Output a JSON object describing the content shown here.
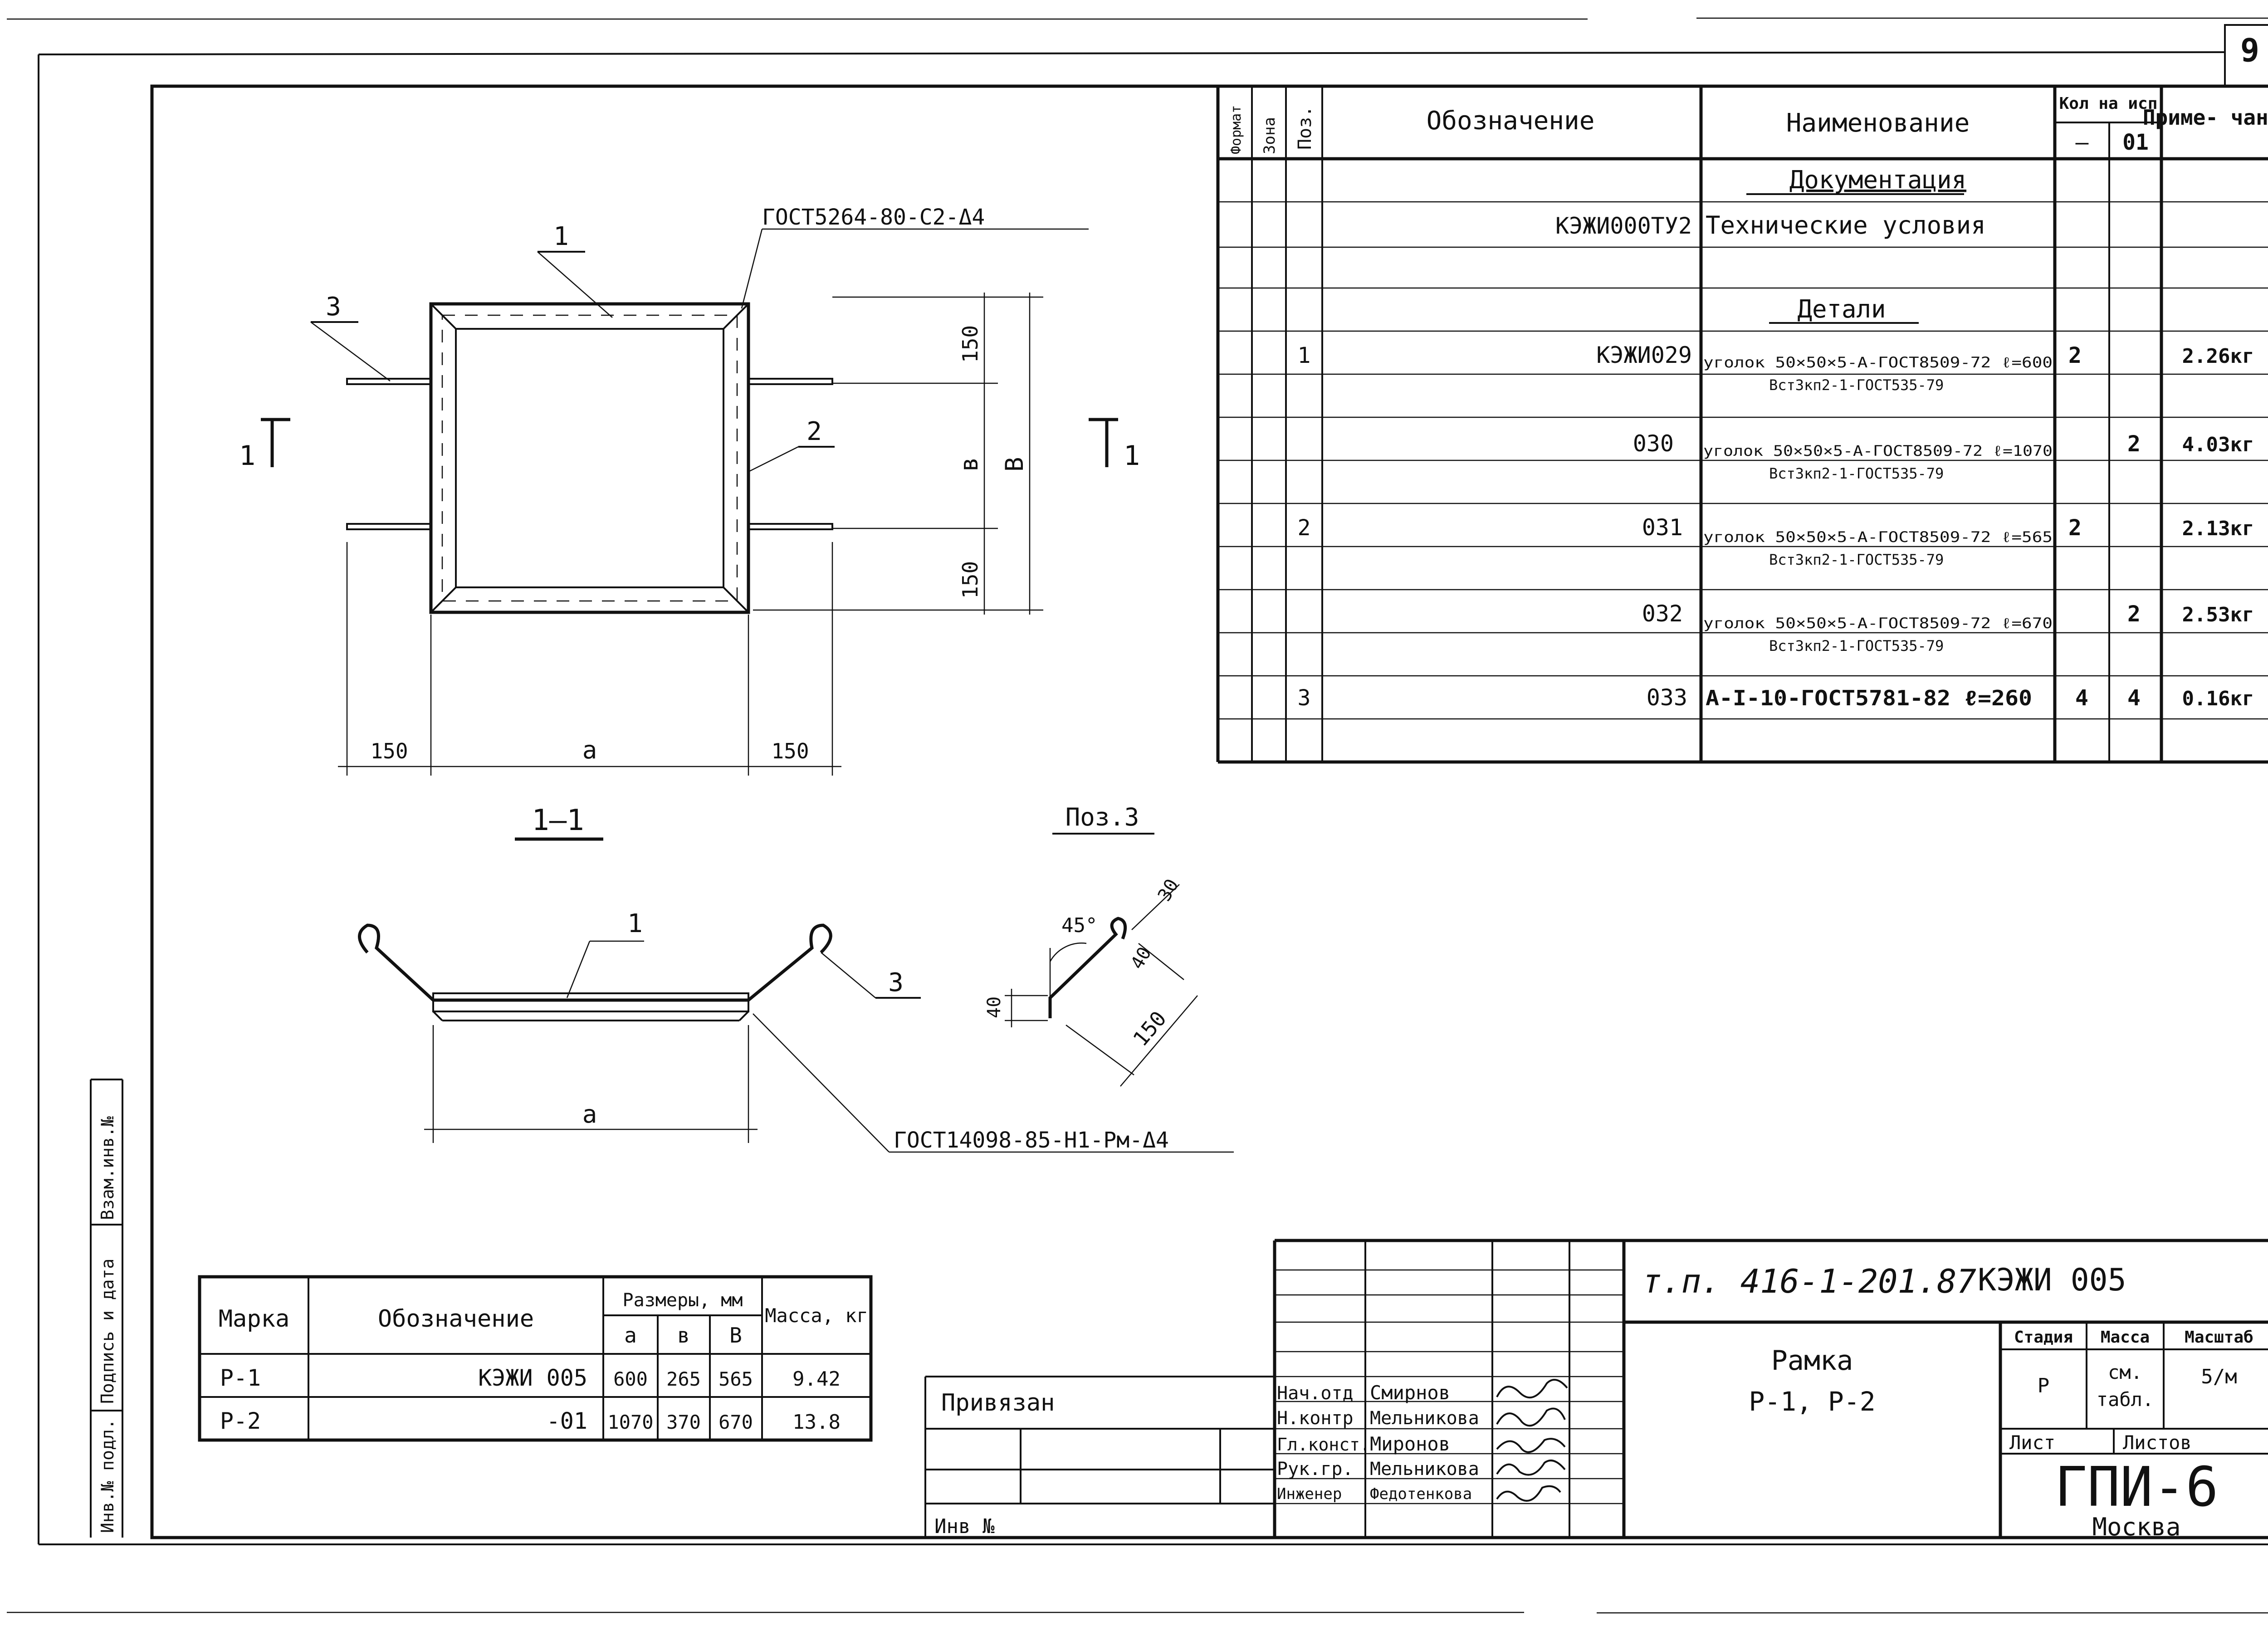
{
  "sheet": {
    "number": "9",
    "left_strip": [
      "Инв.№ подл.",
      "Подпись и дата",
      "Взам.инв.№"
    ]
  },
  "spec": {
    "headers": {
      "format": "Формат",
      "zone": "Зона",
      "pos": "Поз.",
      "designation": "Обозначение",
      "name": "Наименование",
      "qty": "Кол на исп",
      "qty_col_1": "—",
      "qty_col_2": "01",
      "note": "Приме- чание"
    },
    "rows": [
      {
        "pos": "",
        "designation": "",
        "name": "Документация",
        "name2": "",
        "q1": "",
        "q2": "",
        "note": ""
      },
      {
        "pos": "",
        "designation": "КЭЖИ000ТУ2",
        "name": "Технические условия",
        "name2": "",
        "q1": "",
        "q2": "",
        "note": ""
      },
      {
        "pos": "",
        "designation": "",
        "name": "Детали",
        "name2": "",
        "q1": "",
        "q2": "",
        "note": ""
      },
      {
        "pos": "1",
        "designation": "КЭЖИ029",
        "name": "уголок 50×50×5-А-ГОСТ8509-72 ℓ=600",
        "name2": "Вст3кп2-1-ГОСТ535-79",
        "q1": "2",
        "q2": "",
        "note": "2.26кг"
      },
      {
        "pos": "",
        "designation": "030",
        "name": "уголок 50×50×5-А-ГОСТ8509-72 ℓ=1070",
        "name2": "Вст3кп2-1-ГОСТ535-79",
        "q1": "",
        "q2": "2",
        "note": "4.03кг"
      },
      {
        "pos": "2",
        "designation": "031",
        "name": "уголок 50×50×5-А-ГОСТ8509-72 ℓ=565",
        "name2": "Вст3кп2-1-ГОСТ535-79",
        "q1": "2",
        "q2": "",
        "note": "2.13кг"
      },
      {
        "pos": "",
        "designation": "032",
        "name": "уголок 50×50×5-А-ГОСТ8509-72 ℓ=670",
        "name2": "Вст3кп2-1-ГОСТ535-79",
        "q1": "",
        "q2": "2",
        "note": "2.53кг"
      },
      {
        "pos": "3",
        "designation": "033",
        "name": "А-I-10-ГОСТ5781-82 ℓ=260",
        "name2": "",
        "q1": "4",
        "q2": "4",
        "note": "0.16кг"
      }
    ]
  },
  "drawing": {
    "weld_top": "ГОСТ5264-80-С2-Δ4",
    "weld_bottom": "ГОСТ14098-85-Н1-Рм-Δ4",
    "callout_1": "1",
    "callout_2": "2",
    "callout_3": "3",
    "section_mark": "1",
    "dim_150": "150",
    "dim_a": "а",
    "dim_b_small": "в",
    "dim_B": "В",
    "dim_40": "40",
    "dim_30": "30",
    "angle_45": "45°",
    "section_title": "1—1",
    "pos3_title": "Поз.3"
  },
  "marks_table": {
    "headers": {
      "mark": "Марка",
      "designation": "Обозначение",
      "sizes": "Размеры, мм",
      "a": "а",
      "b": "в",
      "B": "В",
      "mass": "Масса, кг"
    },
    "rows": [
      {
        "mark": "Р-1",
        "designation": "КЭЖИ 005",
        "a": "600",
        "b": "265",
        "B": "565",
        "mass": "9.42"
      },
      {
        "mark": "Р-2",
        "designation": "-01",
        "a": "1070",
        "b": "370",
        "B": "670",
        "mass": "13.8"
      }
    ]
  },
  "title_block": {
    "binding": "Привязан",
    "inv": "Инв №",
    "doc_code": "т.п. 416-1-201.87",
    "doc_suffix": "КЭЖИ 005",
    "title_1": "Рамка",
    "title_2": "Р-1, Р-2",
    "stage_h": "Стадия",
    "mass_h": "Масса",
    "scale_h": "Масштаб",
    "stage": "Р",
    "mass_1": "см.",
    "mass_2": "табл.",
    "scale": "5/м",
    "sheet_h": "Лист",
    "sheets_h": "Листов",
    "org": "ГПИ-6",
    "city": "Москва",
    "people": [
      {
        "role": "Нач.отд",
        "name": "Смирнов"
      },
      {
        "role": "Н.контр",
        "name": "Мельникова"
      },
      {
        "role": "Гл.конст.",
        "name": "Миронов"
      },
      {
        "role": "Рук.гр.",
        "name": "Мельникова"
      },
      {
        "role": "Инженер",
        "name": "Федотенкова"
      }
    ]
  }
}
